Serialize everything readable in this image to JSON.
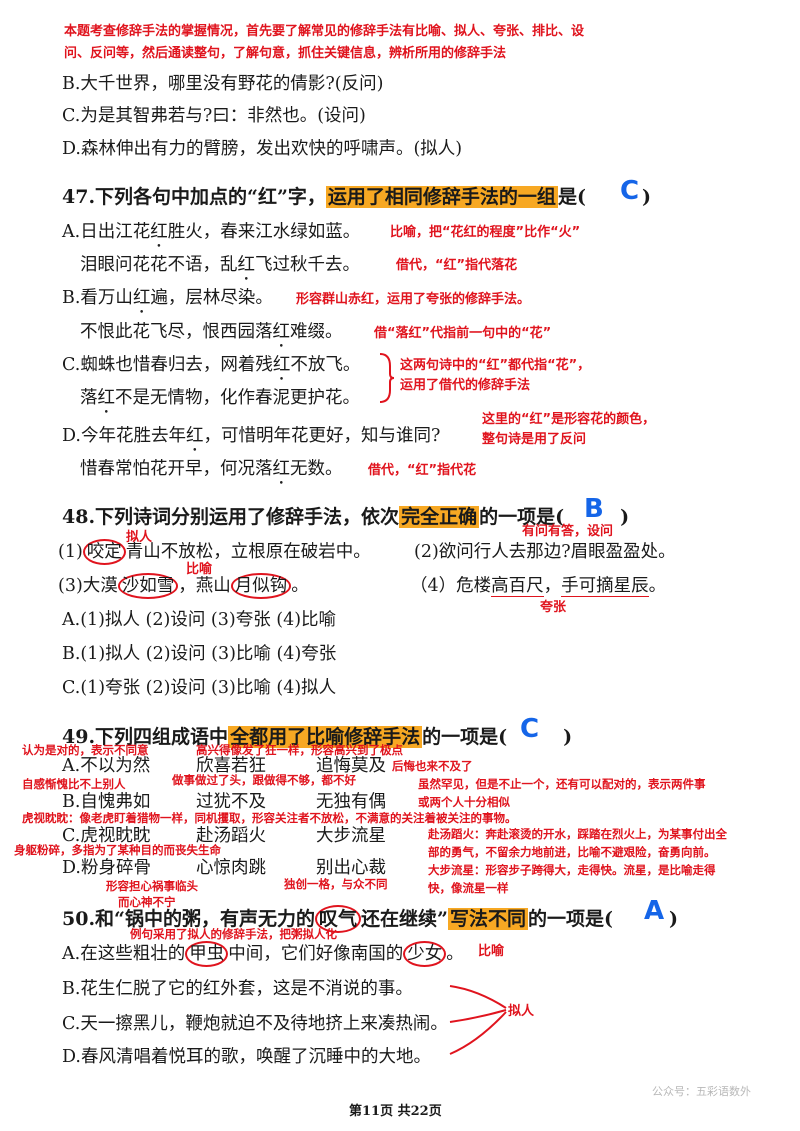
{
  "top_note": {
    "line1": "本题考查修辞手法的掌握情况，首先要了解常见的修辞手法有比喻、拟人、夸张、排比、设",
    "line2": "问、反问等，然后通读整句，了解句意，抓住关键信息，辨析所用的修辞手法"
  },
  "q46_options": {
    "b": "B.大千世界，哪里没有野花的倩影?(反问)",
    "c": "C.为是其智弗若与?曰：非然也。(设问)",
    "d": "D.森林伸出有力的臂膀，发出欢快的呼啸声。(拟人)"
  },
  "q47": {
    "stem_a": "47.下列各句中加点的“红”字，",
    "stem_hl": "运用了相同修辞手法的一组",
    "stem_b": "是(",
    "stem_c": ")",
    "answer": "C",
    "a1": "A.日出江花红胜火，春来江水绿如蓝。",
    "a1_note": "比喻，把“花红的程度”比作“火”",
    "a2": "泪眼问花花不语，乱红飞过秋千去。",
    "a2_note": "借代，“红”指代落花",
    "b1": "B.看万山红遍，层林尽染。",
    "b1_note": "形容群山赤红，运用了夸张的修辞手法。",
    "b2": "不恨此花飞尽，恨西园落红难缀。",
    "b2_note": "借“落红”代指前一句中的“花”",
    "c1": "C.蜘蛛也惜春归去，网着残红不放飞。",
    "c2": "落红不是无情物，化作春泥更护花。",
    "c_note1": "这两句诗中的“红”都代指“花”，",
    "c_note2": "运用了借代的修辞手法",
    "d1": "D.今年花胜去年红，可惜明年花更好，知与谁同?",
    "d_note1": "这里的“红”是形容花的颜色，",
    "d_note2": "整句诗是用了反问",
    "d2": "惜春常怕花开早，何况落红无数。",
    "d2_note": "借代，“红”指代花"
  },
  "q48": {
    "stem_a": "48.下列诗词分别运用了修辞手法，依次",
    "stem_hl": "完全正确",
    "stem_b": "的一项是(",
    "stem_c": ")",
    "answer": "B",
    "note_nr": "拟人",
    "note_sw": "有问有答，设问",
    "l1_p": "(1)",
    "l1_c": "咬定",
    "l1_r": "青山不放松，立根原在破岩中。",
    "l1_2": "(2)欲问行人去那边?眉眼盈盈处。",
    "note_by": "比喻",
    "l2_p": "(3)大漠",
    "l2_c1": "沙如雪",
    "l2_m": "，燕山",
    "l2_c2": "月似钩",
    "l2_e": "。",
    "l2_4a": "（4）危楼",
    "l2_4u1": "高百尺",
    "l2_4m": "，",
    "l2_4u2": "手可摘星辰",
    "l2_4e": "。",
    "note_kz": "夸张",
    "optA": "A.(1)拟人 (2)设问 (3)夸张 (4)比喻",
    "optB": "B.(1)拟人 (2)设问 (3)比喻 (4)夸张",
    "optC": "C.(1)夸张 (2)设问 (3)比喻 (4)拟人"
  },
  "q49": {
    "stem_a": "49.下列四组成语中",
    "stem_hl": "全都用了比喻修辞手法",
    "stem_b": "的一项是(",
    "stem_c": ")",
    "answer": "C",
    "n1": "认为是对的，表示不同意",
    "n2": "高兴得像发了狂一样，形容高兴到了极点",
    "a1": "A.不以为然",
    "a2": "欣喜若狂",
    "a3": "追悔莫及",
    "n3": "后悔也来不及了",
    "n4": "自感惭愧比不上别人",
    "n5": "做事做过了头，跟做得不够，都不好",
    "n6a": "虽然罕见，但是不止一个，还有可以配对的，表示两件事",
    "n6b": "或两个人十分相似",
    "b1": "B.自愧弗如",
    "b2": "过犹不及",
    "b3": "无独有偶",
    "n7": "虎视眈眈：像老虎盯着猎物一样，同机攫取，形容关注者不放松，不满意的关注着被关注的事物。",
    "c1": "C.虎视眈眈",
    "c2": "赴汤蹈火",
    "c3": "大步流星",
    "n8a": "赴汤蹈火：奔赴滚烫的开水，踩踏在烈火上，为某事付出全",
    "n8b": "部的勇气，不留余力地前进，比喻不避艰险，奋勇向前。",
    "n9a": "身躯粉碎，多指为了某种目的而丧失生命",
    "d1": "D.粉身碎骨",
    "d2": "心惊肉跳",
    "d3": "别出心裁",
    "n10a": "大步流星：形容步子跨得大，走得快。流星，是比喻走得",
    "n10b": "快，像流星一样",
    "n11a": "形容担心祸事临头",
    "n11b": "而心神不宁",
    "n12": "独创一格，与众不同"
  },
  "q50": {
    "stem_a": "50.和“锅中的粥，有声无力的",
    "stem_c": "叹气",
    "stem_d": "还在继续”",
    "stem_hl": "写法不同",
    "stem_e": "的一项是(",
    "stem_f": ")",
    "answer": "A",
    "n1": "例句采用了拟人的修辞手法，把粥拟人化",
    "a_p": "A.在这些粗壮的",
    "a_c1": "甲虫",
    "a_m": "中间，它们好像南国的",
    "a_c2": "少女",
    "a_e": "。",
    "a_note": "比喻",
    "b": "B.花生仁脱了它的红外套，这是不消说的事。",
    "c": "C.天一擦黑儿，鞭炮就迫不及待地挤上来凑热闹。",
    "d": "D.春风清唱着悦耳的歌，唤醒了沉睡中的大地。",
    "bcd_note": "拟人"
  },
  "watermark": "公众号：五彩语数外",
  "footer": "第11页 共22页",
  "colors": {
    "annotation": "#e0141e",
    "answer": "#1565e8",
    "highlight": "#f7a823"
  }
}
